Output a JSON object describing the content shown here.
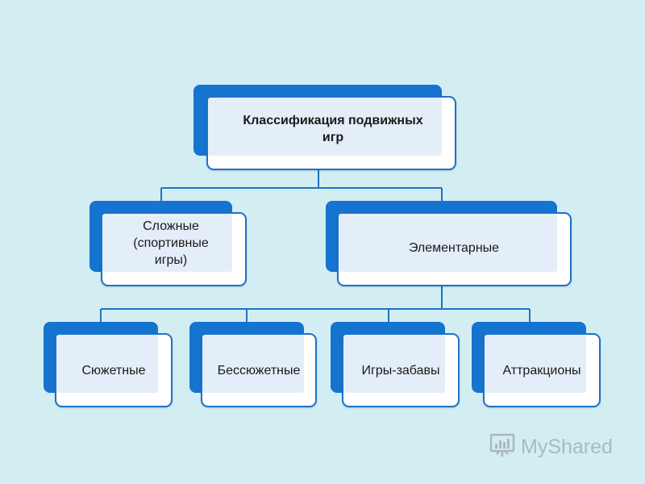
{
  "diagram": {
    "root": {
      "label": "Классификация подвижных\nигр"
    },
    "level1": [
      {
        "label": "Сложные\n(спортивные\nигры)"
      },
      {
        "label": "Элементарные"
      }
    ],
    "level2": [
      {
        "label": "Сюжетные"
      },
      {
        "label": "Бессюжетные"
      },
      {
        "label": "Игры-забавы"
      },
      {
        "label": "Аттракционы"
      }
    ]
  },
  "watermark": {
    "text": "MyShared"
  },
  "colors": {
    "background": "#d3eef3",
    "accent": "#1574cf",
    "border": "#1e72c6",
    "box_fill": "#e4eef8"
  }
}
